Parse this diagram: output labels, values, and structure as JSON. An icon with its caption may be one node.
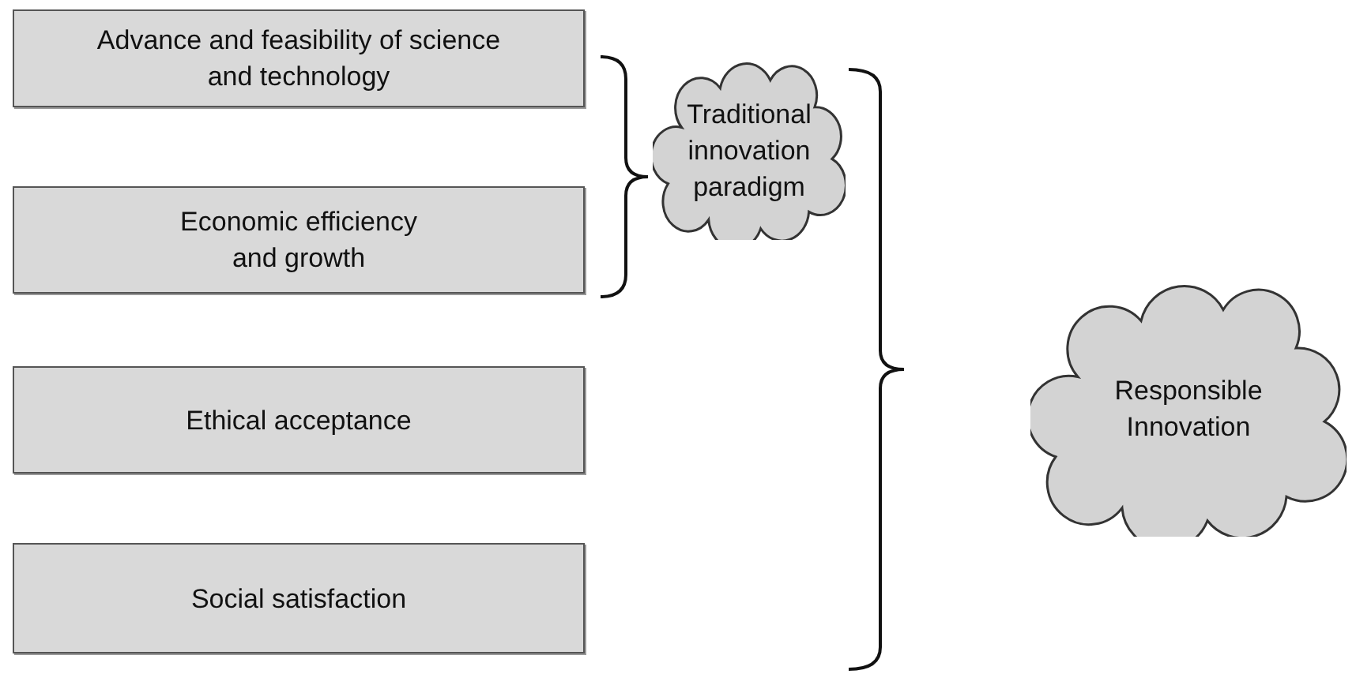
{
  "diagram": {
    "nodes": [
      {
        "text": [
          "Advance and feasibility of science and technology"
        ]
      },
      {
        "text": [
          "Economic efficiency and growth"
        ]
      },
      {
        "text": [
          "Ethical acceptance"
        ]
      },
      {
        "text": [
          "Social satisfaction"
        ]
      },
      {
        "text": [
          "Traditional innovation paradigm"
        ]
      },
      {
        "text": [
          "Responsible Innovation"
        ]
      }
    ]
  }
}
